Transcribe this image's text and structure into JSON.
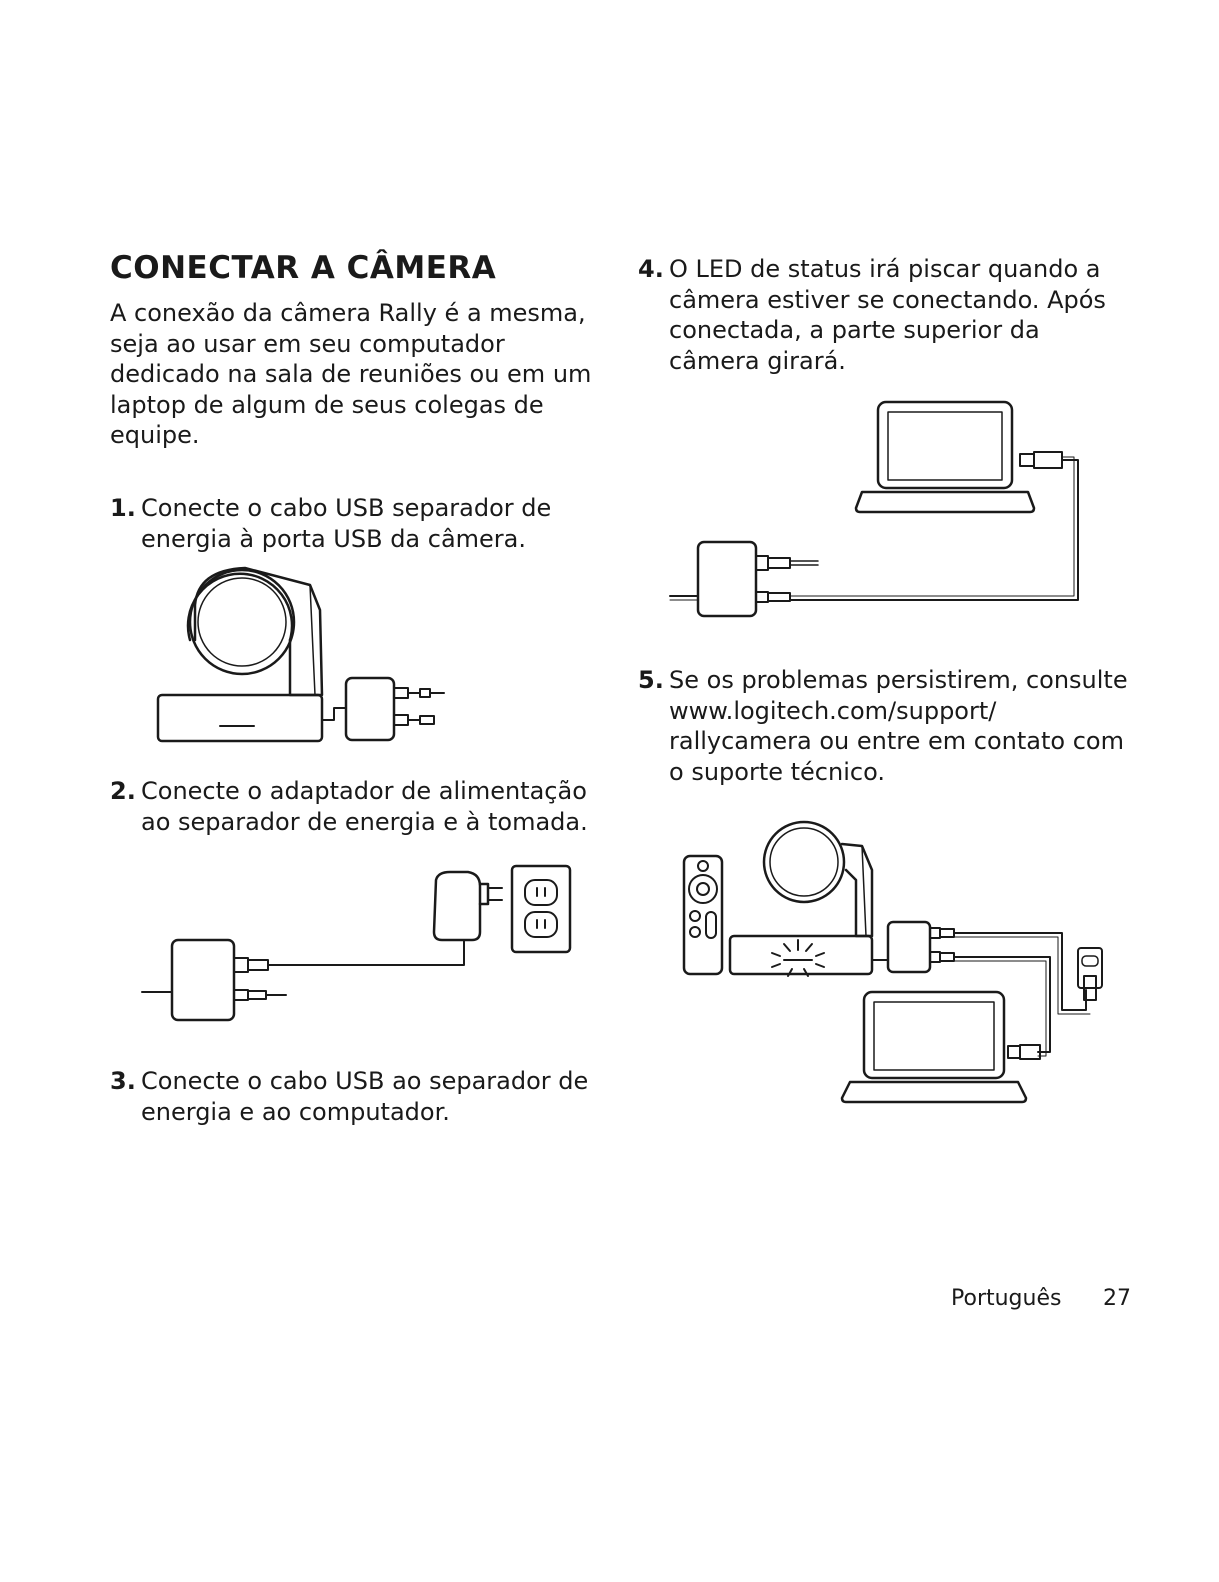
{
  "title": "CONECTAR A CÂMERA",
  "intro": "A conexão da câmera Rally é a mesma, seja ao usar em seu computador dedicado na sala de reuniões ou em um laptop de algum de seus colegas de equipe.",
  "steps": [
    {
      "number": "1.",
      "text": "Conecte o cabo USB separador de energia à porta USB da câmera."
    },
    {
      "number": "2.",
      "text": "Conecte o adaptador de alimentação ao separador de energia e à tomada."
    },
    {
      "number": "3.",
      "text": "Conecte o cabo USB ao separador de energia e ao computador."
    },
    {
      "number": "4.",
      "text": "O LED de status irá piscar quando a câmera estiver se conectando. Após conectada, a parte superior da câmera girará."
    },
    {
      "number": "5.",
      "text": "Se os problemas persistirem, consulte www.logitech.com/support/ rallycamera ou entre em contato com o suporte técnico."
    }
  ],
  "footer": {
    "language": "Português",
    "page_number": "27"
  },
  "illustrations": {
    "step1": "camera-hub-illustration",
    "step2": "hub-power-adapter-outlet-illustration",
    "step4": "hub-laptop-usb-illustration",
    "step5": "full-setup-illustration"
  }
}
